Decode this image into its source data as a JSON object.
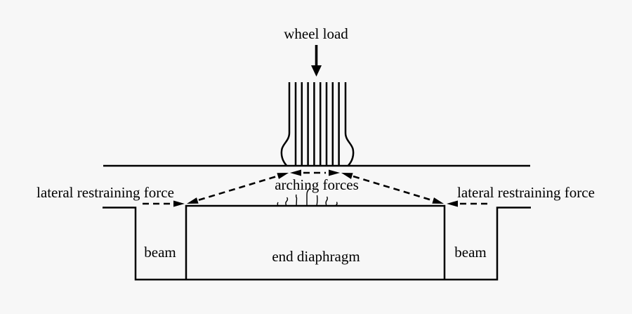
{
  "figure": {
    "labels": {
      "wheel_load": "wheel load",
      "arching_forces": "arching forces",
      "lateral_restraining_force_left": "lateral restraining force",
      "lateral_restraining_force_right": "lateral restraining force",
      "beam_left": "beam",
      "beam_right": "beam",
      "end_diaphragm": "end diaphragm"
    },
    "colors": {
      "background": "#f7f7f7",
      "line": "#000000",
      "text": "#000000"
    }
  }
}
